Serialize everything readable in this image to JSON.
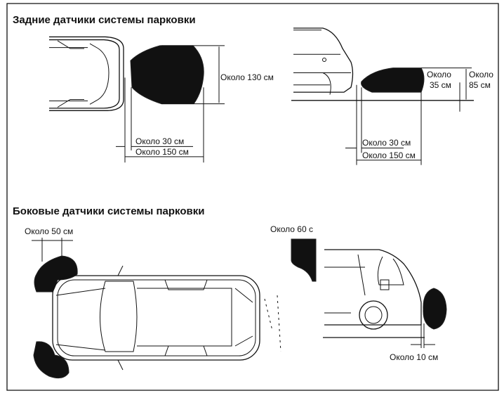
{
  "rear": {
    "title": "Задние датчики системы парковки",
    "top_view": {
      "height": "Около 130 см",
      "near": "Около 30 см",
      "far": "Около 150 см"
    },
    "side_view": {
      "near_height_1": "Около",
      "near_height_2": "35 см",
      "far_height_1": "Около",
      "far_height_2": "85 см",
      "near": "Около 30 см",
      "far": "Около 150 см"
    }
  },
  "side": {
    "title": "Боковые датчики системы парковки",
    "top_view": {
      "width": "Около 50 см"
    },
    "side_view": {
      "height": "Около 60 с",
      "offset": "Около 10 см"
    }
  }
}
